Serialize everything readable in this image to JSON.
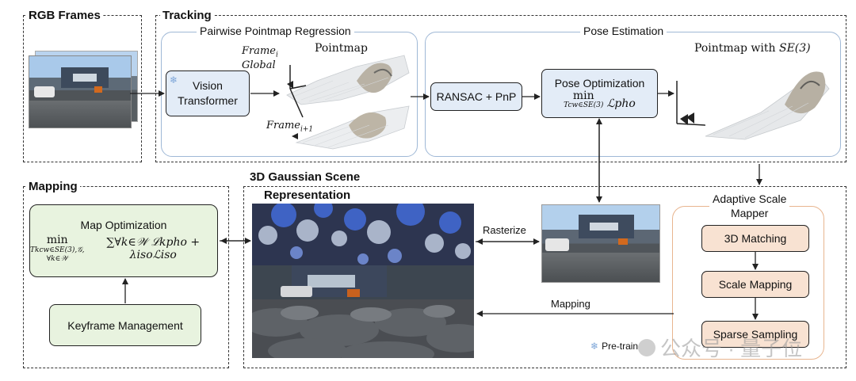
{
  "sections": {
    "rgb_frames": "RGB Frames",
    "tracking": "Tracking",
    "mapping": "Mapping",
    "gaussian_line1": "3D Gaussian Scene",
    "gaussian_line2": "Representation"
  },
  "tracking": {
    "regression_title": "Pairwise Pointmap Regression",
    "pointmap_label": "Pointmap",
    "frame_i": "Frame",
    "frame_i_sub": "i",
    "global": "Global",
    "frame_i1": "Frame",
    "frame_i1_sub": "i+1",
    "vit_line1": "Vision",
    "vit_line2": "Transformer",
    "pose_title": "Pose Estimation",
    "ransac": "RANSAC + PnP",
    "pose_opt": "Pose Optimization",
    "pose_min": "min",
    "pose_min_sub": "Tcw∈SE(3)",
    "pose_loss": "ℒpho",
    "pointmap_se3": "Pointmap with",
    "pointmap_se3_math": "SE(3)"
  },
  "mapping": {
    "map_opt": "Map Optimization",
    "map_min": "min",
    "map_min_sub1": "Tkcw∈SE(3),𝒢,",
    "map_min_sub2": "∀k∈𝒲",
    "map_formula": "∑∀k∈𝒲 ℒkpho + λisoℒiso",
    "keyframe": "Keyframe Management"
  },
  "scale": {
    "title_line1": "Adaptive Scale",
    "title_line2": "Mapper",
    "matching": "3D Matching",
    "scale_mapping": "Scale Mapping",
    "sparse": "Sparse Sampling"
  },
  "arrows": {
    "rasterize": "Rasterize",
    "mapping": "Mapping"
  },
  "legend": {
    "pretrain": "Pre-train"
  },
  "watermark": "公众号 · 量子位",
  "colors": {
    "blue_box": "#e3ecf7",
    "green_box": "#e8f3df",
    "peach_box": "#f8e2d2",
    "blue_border": "#9fb8d6",
    "peach_border": "#e8b58f"
  }
}
